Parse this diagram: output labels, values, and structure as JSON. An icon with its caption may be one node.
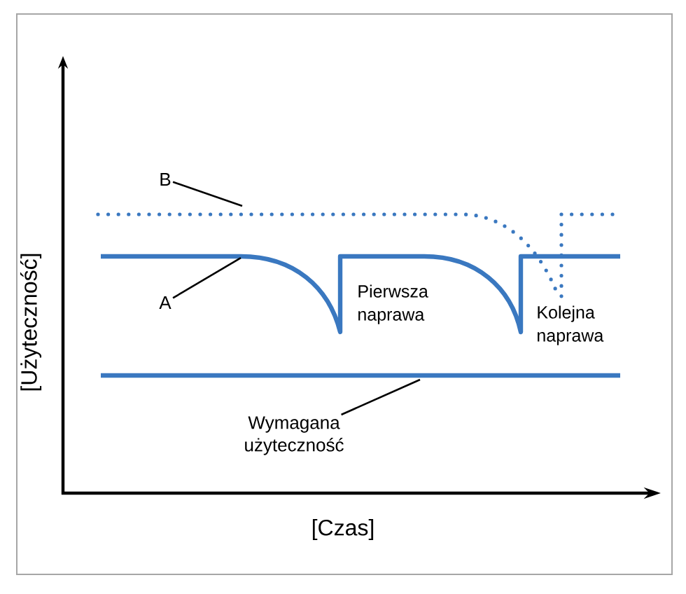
{
  "diagram": {
    "nodes": [
      {
        "text": [
          "B"
        ]
      },
      {
        "text": [
          "A"
        ]
      },
      {
        "text": [
          "Wymagana użyteczność"
        ]
      }
    ],
    "edges": [
      {
        "from": 0,
        "to": null,
        "arrow": "none"
      },
      {
        "from": 1,
        "to": null,
        "arrow": "none"
      },
      {
        "from": 2,
        "to": null,
        "arrow": "none"
      }
    ],
    "labels": [
      "[Użyteczność]",
      "Pierwsza naprawa",
      "Kolejna naprawa",
      "[Czas]"
    ]
  }
}
